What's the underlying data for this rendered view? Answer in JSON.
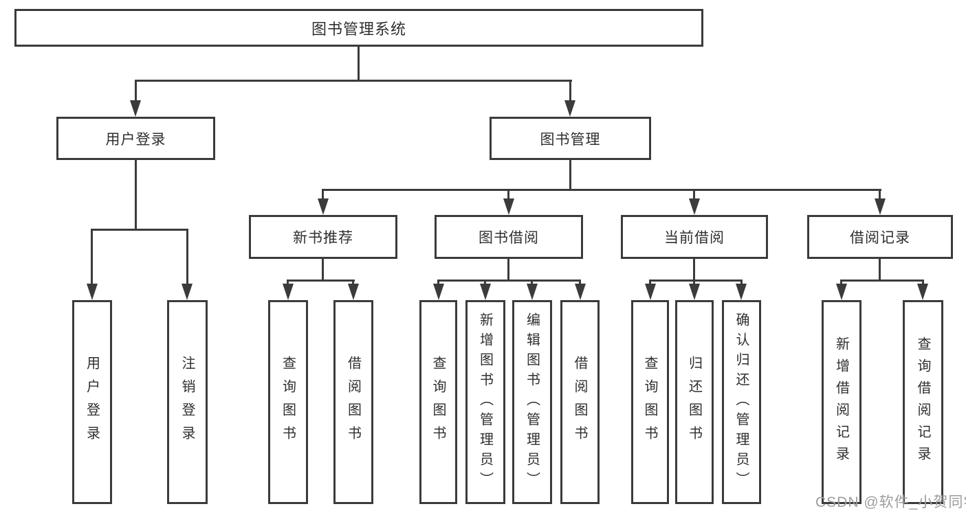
{
  "diagram": {
    "root": "图书管理系统",
    "level2": {
      "user_login": "用户登录",
      "book_management": "图书管理"
    },
    "level3": {
      "new_book_recommend": "新书推荐",
      "book_borrow": "图书借阅",
      "current_borrow": "当前借阅",
      "borrow_records": "借阅记录"
    },
    "leaves": {
      "user_login": [
        "用户登录",
        "注销登录"
      ],
      "new_book_recommend": [
        "查询图书",
        "借阅图书"
      ],
      "book_borrow": [
        "查询图书",
        "新增图书（管理员）",
        "编辑图书（管理员）",
        "借阅图书"
      ],
      "current_borrow": [
        "查询图书",
        "归还图书",
        "确认归还（管理员）"
      ],
      "borrow_records": [
        "新增借阅记录",
        "查询借阅记录"
      ]
    }
  },
  "watermark": "CSDN @软件_小贺同学",
  "colors": {
    "line": "#3b3b3b",
    "text": "#2f2f2f",
    "background": "#ffffff",
    "watermark": "#9d9d9d"
  }
}
